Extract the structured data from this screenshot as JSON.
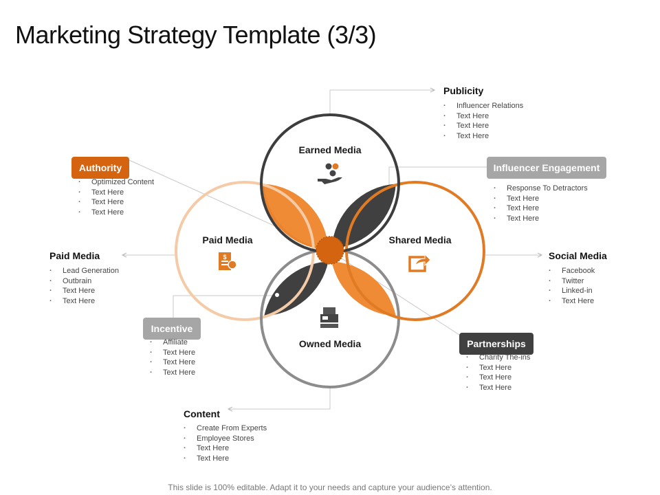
{
  "title": "Marketing Strategy Template (3/3)",
  "colors": {
    "orange": "#e07b24",
    "dark": "#404040",
    "gray": "#9a9a9a",
    "light_orange": "#f5cba7"
  },
  "circles": {
    "earned": {
      "label": "Earned Media",
      "icon": "hand-coins-icon"
    },
    "paid": {
      "label": "Paid Media",
      "icon": "invoice-dollar-icon"
    },
    "shared": {
      "label": "Shared Media",
      "icon": "share-arrow-icon"
    },
    "owned": {
      "label": "Owned Media",
      "icon": "printer-media-icon"
    }
  },
  "groups": {
    "publicity": {
      "title": "Publicity",
      "items": [
        "Influencer Relations",
        "Text Here",
        "Text Here",
        "Text Here"
      ]
    },
    "influencer": {
      "title": "Influencer Engagement",
      "items": [
        "Response To Detractors",
        "Text Here",
        "Text Here",
        "Text Here"
      ]
    },
    "authority": {
      "title": "Authority",
      "items": [
        "Optimized Content",
        "Text Here",
        "Text Here",
        "Text Here"
      ]
    },
    "paid_media": {
      "title": "Paid Media",
      "items": [
        "Lead Generation",
        "Outbrain",
        "Text Here",
        "Text Here"
      ]
    },
    "social_media": {
      "title": "Social Media",
      "items": [
        "Facebook",
        "Twitter",
        "Linked-in",
        "Text Here"
      ]
    },
    "incentive": {
      "title": "Incentive",
      "items": [
        "Affiliate",
        "Text Here",
        "Text Here",
        "Text Here"
      ]
    },
    "partnerships": {
      "title": "Partnerships",
      "items": [
        "Charity The-ins",
        "Text Here",
        "Text Here",
        "Text Here"
      ]
    },
    "content": {
      "title": "Content",
      "items": [
        "Create From Experts",
        "Employee Stores",
        "Text Here",
        "Text Here"
      ]
    }
  },
  "footer": "This slide is 100% editable. Adapt it to your needs and capture your audience’s attention."
}
